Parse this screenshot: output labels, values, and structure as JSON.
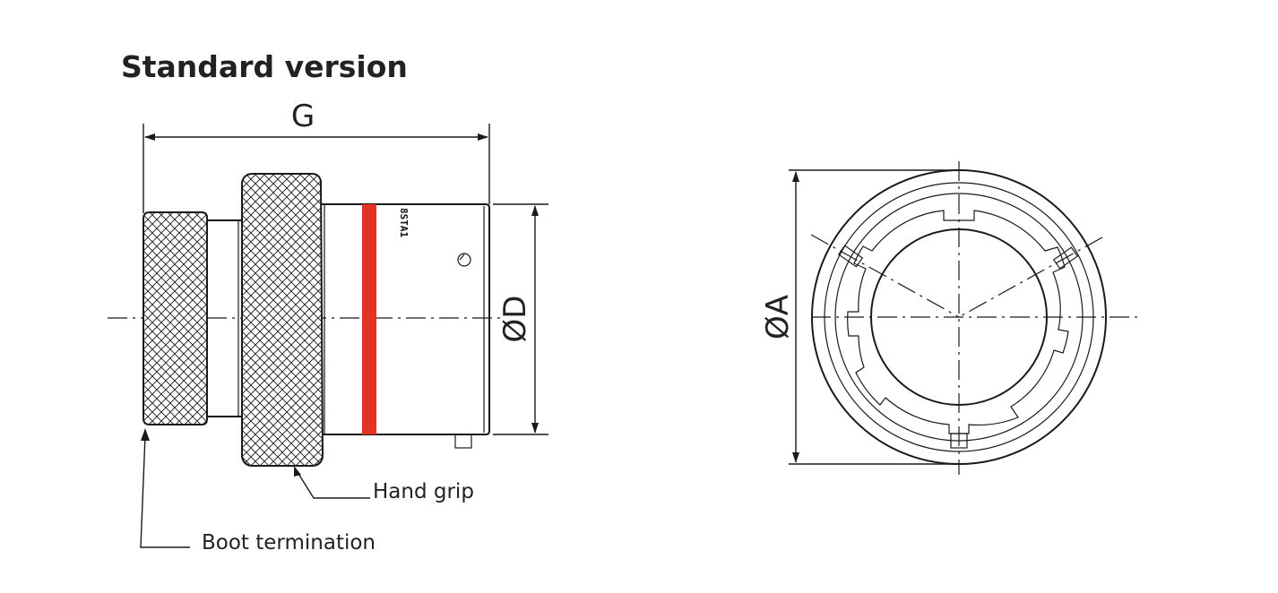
{
  "title": "Standard version",
  "dimensions": {
    "overall_length": "G",
    "body_diameter": "ØD",
    "outer_diameter": "ØA"
  },
  "callouts": {
    "hand_grip": "Hand grip",
    "boot_termination": "Boot termination"
  },
  "body_marking": "8STA1",
  "colors": {
    "line": "#1a1a1a",
    "band": "#e53227",
    "text": "#222222"
  }
}
